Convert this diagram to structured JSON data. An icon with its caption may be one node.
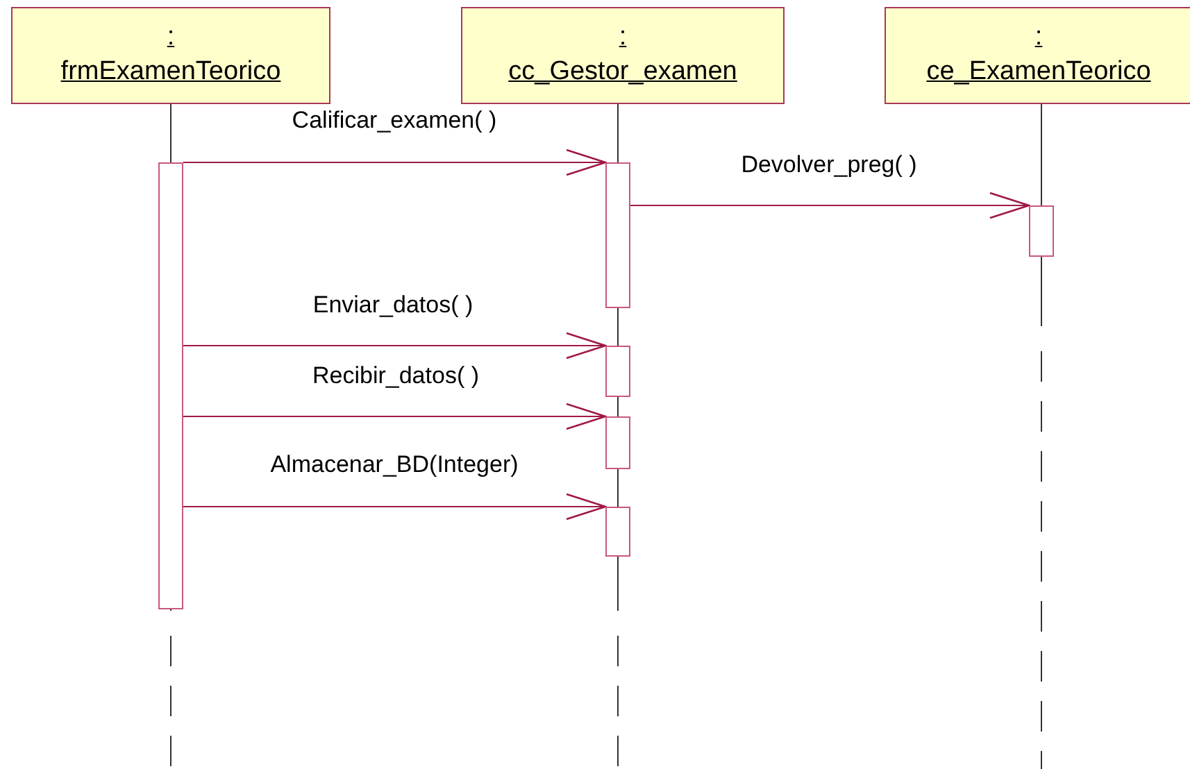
{
  "diagram": {
    "nodes": [
      {
        "text": [
          ":",
          "frmExamenTeorico"
        ]
      },
      {
        "text": [
          ":",
          "cc_Gestor_examen"
        ]
      },
      {
        "text": [
          ":",
          "ce_ExamenTeorico"
        ]
      },
      {
        "text": [],
        "shape": "bar"
      },
      {
        "text": [],
        "shape": "bar"
      },
      {
        "text": [],
        "shape": "bar"
      },
      {
        "text": [],
        "shape": "bar"
      },
      {
        "text": [],
        "shape": "bar"
      },
      {
        "text": [],
        "shape": "bar"
      }
    ],
    "edges": [
      {
        "from": 0,
        "to": null,
        "arrow": "none",
        "style": "dashed",
        "color": "#333333"
      },
      {
        "from": 1,
        "to": null,
        "arrow": "none",
        "style": "dashed",
        "color": "#333333"
      },
      {
        "from": 2,
        "to": null,
        "arrow": "none",
        "style": "dashed",
        "color": "#333333"
      },
      {
        "from": 3,
        "to": 4,
        "arrow": "to",
        "label": "Calificar_examen( )"
      },
      {
        "from": 4,
        "to": 5,
        "arrow": "to",
        "label": "Devolver_preg( )"
      },
      {
        "from": 3,
        "to": 6,
        "arrow": "to",
        "label": "Enviar_datos( )"
      },
      {
        "from": 3,
        "to": 7,
        "arrow": "to",
        "label": "Recibir_datos( )"
      },
      {
        "from": 3,
        "to": 8,
        "arrow": "to",
        "label": "Almacenar_BD(Integer)"
      }
    ]
  }
}
